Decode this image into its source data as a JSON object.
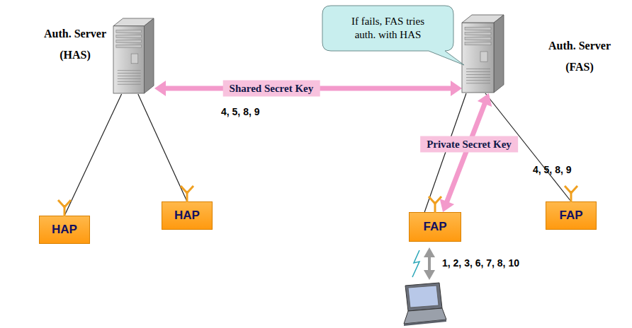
{
  "diagram": {
    "nodes": [
      {
        "text": [
          "Auth. Server (HAS)"
        ]
      },
      {
        "text": [
          "Auth. Server (FAS)"
        ]
      },
      {
        "text": [
          "HAP"
        ]
      },
      {
        "text": [
          "HAP"
        ]
      },
      {
        "text": [
          "If fails, FAS tries auth. with HAS"
        ]
      },
      {
        "text": [
          "FAP"
        ]
      },
      {
        "text": [
          "FAP"
        ]
      }
    ],
    "edges": [
      {
        "from": 0,
        "to": 1,
        "label": "Shared Secret Key",
        "arrow": "both"
      },
      {
        "from": 0,
        "to": 2,
        "arrow": "none"
      },
      {
        "from": 0,
        "to": 3,
        "arrow": "none"
      },
      {
        "from": 1,
        "to": 5,
        "arrow": "none"
      },
      {
        "from": 1,
        "to": 6,
        "arrow": "none"
      },
      {
        "from": 5,
        "to": 1,
        "label": "Private Secret Key",
        "arrow": "both"
      }
    ],
    "labels": [
      "4, 5, 8, 9",
      "4, 5, 8, 9",
      "1, 2, 3, 6, 7, 8, 10"
    ]
  }
}
